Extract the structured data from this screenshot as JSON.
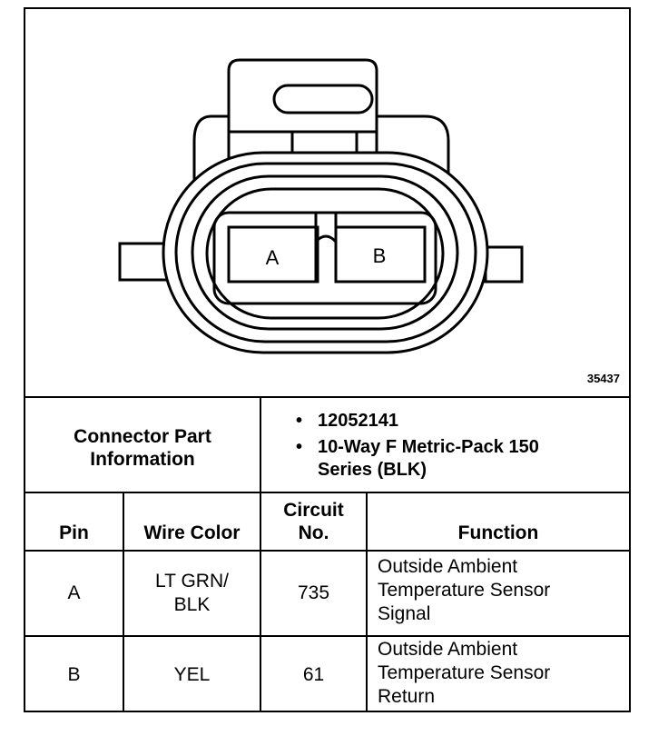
{
  "figure_number": "35437",
  "connector": {
    "pin_labels": [
      "A",
      "B"
    ]
  },
  "part_info": {
    "label": "Connector Part Information",
    "items": [
      "12052141",
      "10-Way F Metric-Pack 150 Series (BLK)"
    ]
  },
  "table": {
    "headers": {
      "pin": "Pin",
      "wire_color": "Wire Color",
      "circuit": "Circuit No.",
      "function": "Function"
    },
    "rows": [
      {
        "pin": "A",
        "wire_color": "LT GRN/ BLK",
        "circuit": "735",
        "function": [
          "Outside Ambient",
          "Temperature Sensor",
          "Signal"
        ]
      },
      {
        "pin": "B",
        "wire_color": "YEL",
        "circuit": "61",
        "function": [
          "Outside Ambient",
          "Temperature Sensor",
          "Return"
        ]
      }
    ]
  }
}
